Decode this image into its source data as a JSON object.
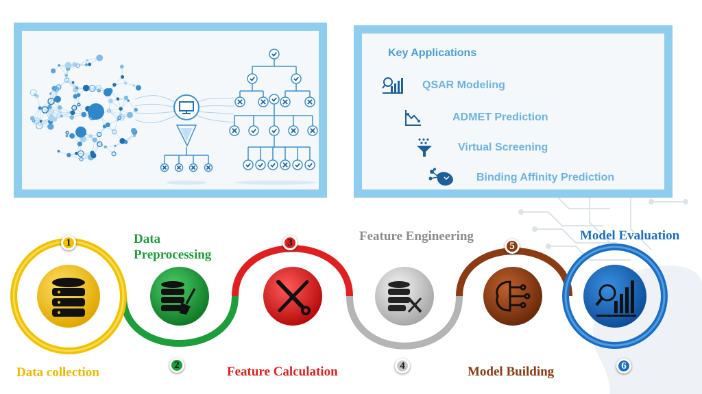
{
  "applications": {
    "title": "Key Applications",
    "items": [
      {
        "label": "QSAR Modeling",
        "icon": "bar-chart-magnifier-icon"
      },
      {
        "label": "ADMET Prediction",
        "icon": "trend-chart-icon"
      },
      {
        "label": "Virtual Screening",
        "icon": "funnel-icon"
      },
      {
        "label": "Binding Affinity Prediction",
        "icon": "molecule-binding-icon"
      }
    ]
  },
  "steps": [
    {
      "number": "1",
      "label": "Data collection",
      "color": "#f2c200",
      "icon": "database-icon"
    },
    {
      "number": "2",
      "label": "Data\nPreprocessing",
      "color": "#1e9e3a",
      "icon": "database-broom-icon"
    },
    {
      "number": "3",
      "label": "Feature Calculation",
      "color": "#e02020",
      "icon": "tools-icon"
    },
    {
      "number": "4",
      "label": "Feature Engineering",
      "color": "#9a9a9a",
      "icon": "database-tools-icon"
    },
    {
      "number": "5",
      "label": "Model Building",
      "color": "#8b3a12",
      "icon": "ai-brain-icon"
    },
    {
      "number": "6",
      "label": "Model Evaluation",
      "color": "#1a6fc4",
      "icon": "bar-chart-magnifier-icon"
    }
  ],
  "colors": {
    "panel_border": "#8fcdee",
    "app_text": "#6cb3e2",
    "title_text": "#4a9ed3"
  }
}
